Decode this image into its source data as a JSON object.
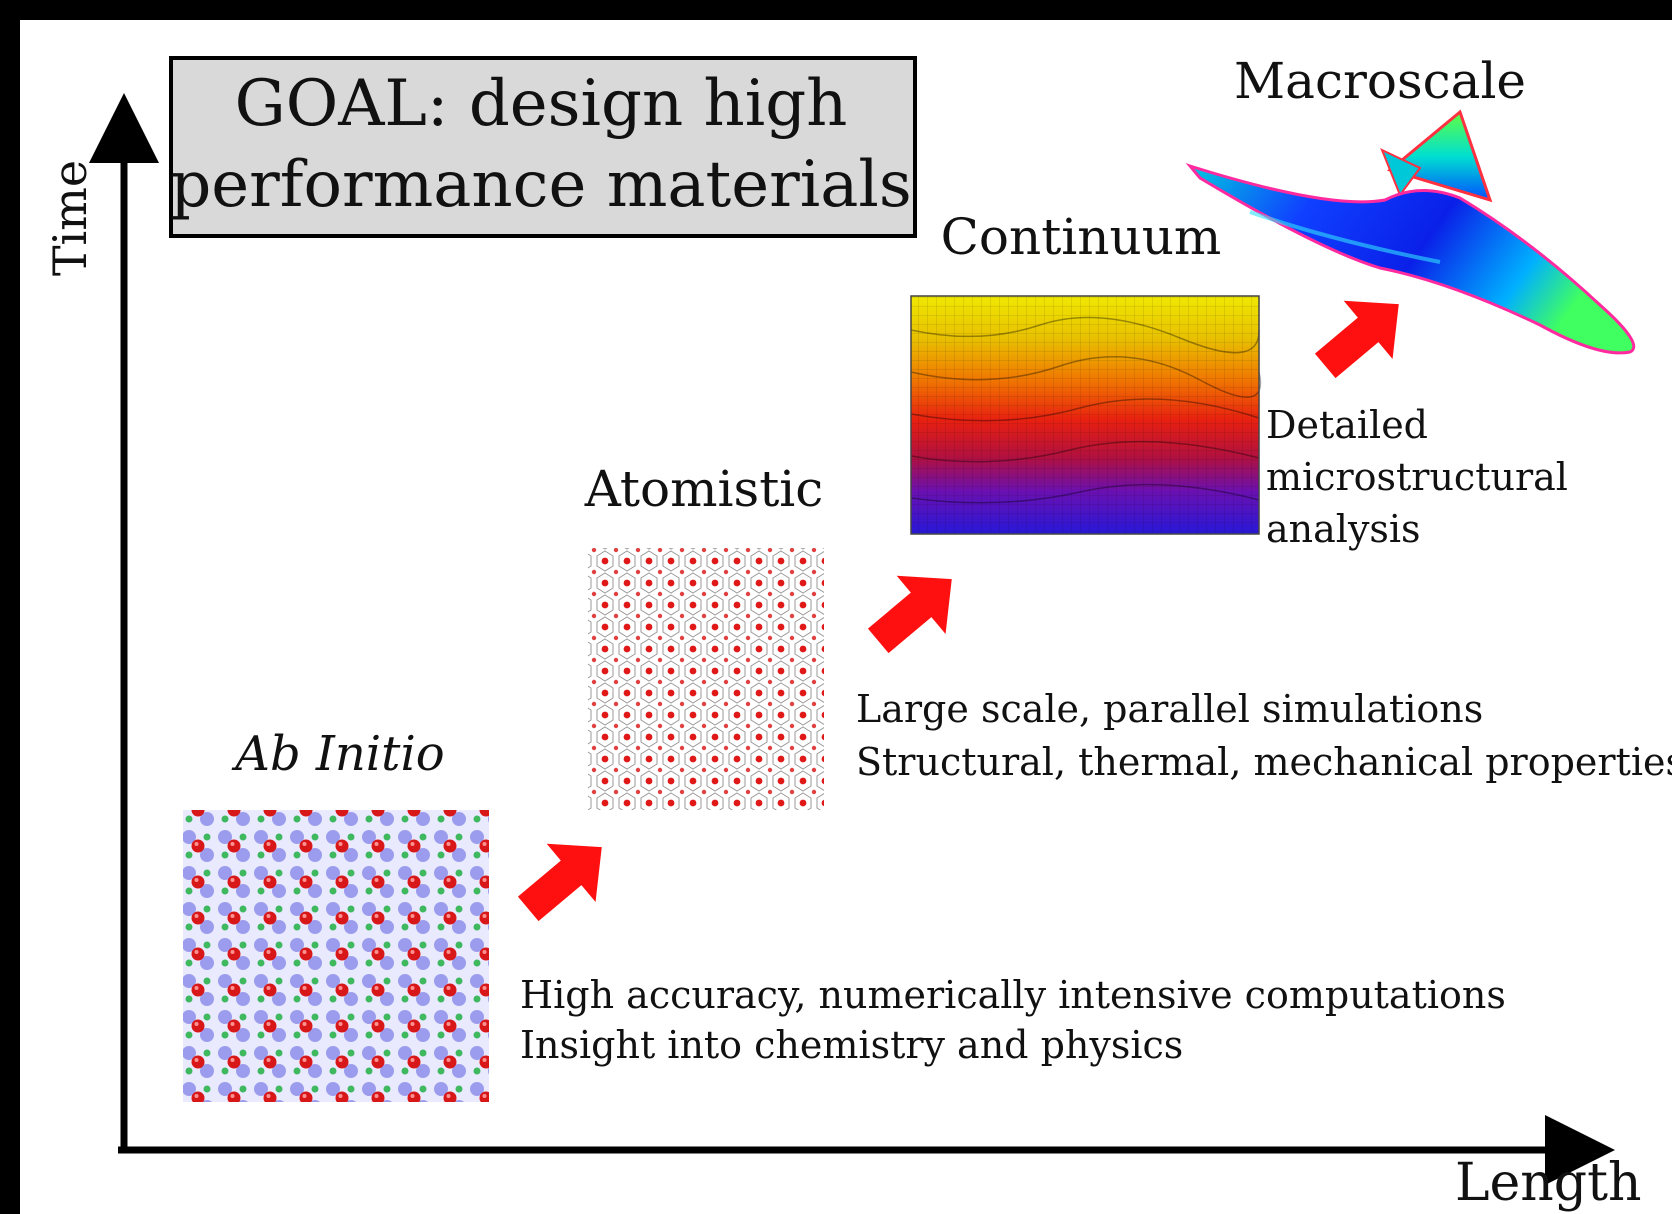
{
  "goal": {
    "line1": "GOAL: design high",
    "line2": "performance materials"
  },
  "axes": {
    "y_label": "Time",
    "x_label": "Length"
  },
  "stages": {
    "ab_initio": {
      "title": "Ab Initio",
      "desc_line1": "High accuracy, numerically intensive computations",
      "desc_line2": "Insight into chemistry and physics"
    },
    "atomistic": {
      "title": "Atomistic",
      "desc_line1": "Large scale, parallel simulations",
      "desc_line2": "Structural, thermal, mechanical properties"
    },
    "continuum": {
      "title": "Continuum",
      "desc_line1": "Detailed",
      "desc_line2": "microstructural",
      "desc_line3": "analysis"
    },
    "macroscale": {
      "title": "Macroscale"
    }
  },
  "colors": {
    "arrow": "#ff1010",
    "goal_box_fill": "#d9d9d9",
    "axis": "#000000",
    "atom_red": "#e01818",
    "lattice_blue": "#4a4ad8",
    "lattice_green": "#2fa84a"
  },
  "icons": [
    "ab-initio-lattice-image",
    "atomistic-lattice-image",
    "continuum-microstructure-image",
    "aircraft-model-image",
    "progression-arrow-icon"
  ]
}
